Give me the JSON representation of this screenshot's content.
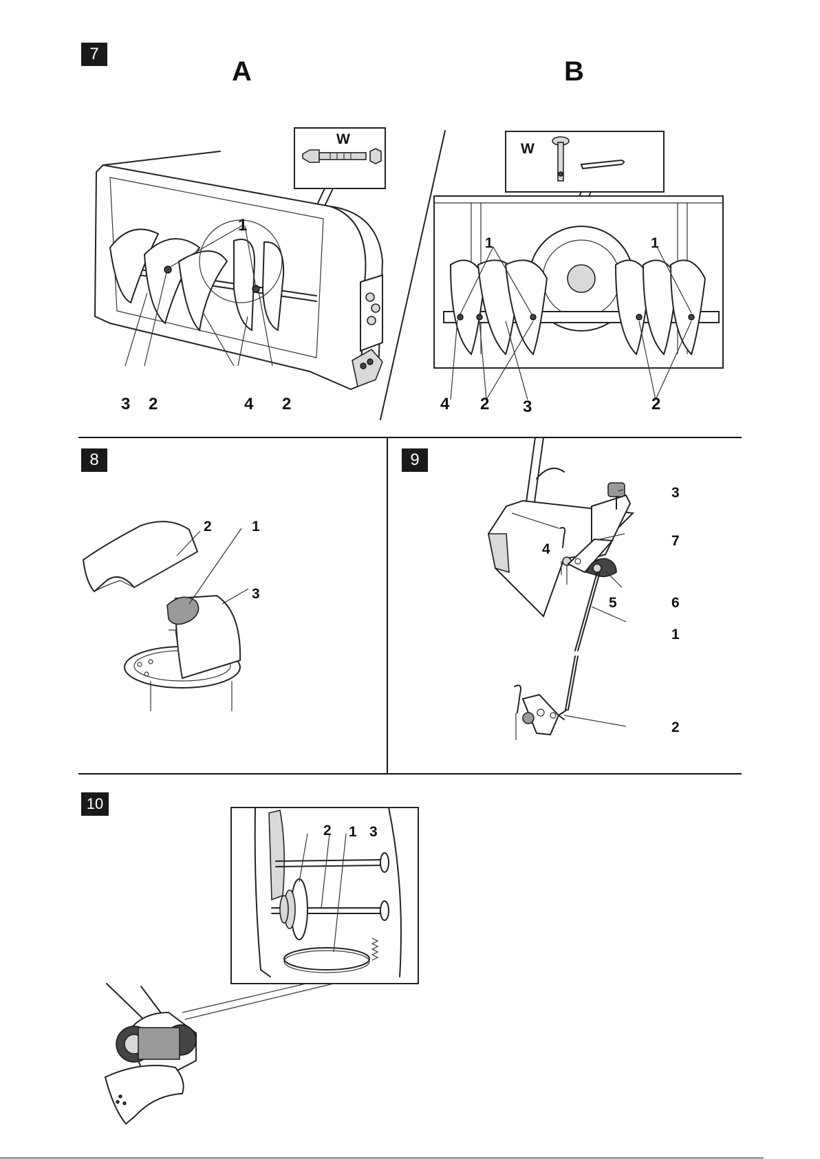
{
  "figures": {
    "fig7": {
      "number": "7",
      "panel_a": {
        "letter": "A",
        "inset_label": "W",
        "callouts": [
          "1",
          "3",
          "2",
          "4",
          "2"
        ]
      },
      "panel_b": {
        "letter": "B",
        "inset_label": "W",
        "callouts": [
          "1",
          "1",
          "4",
          "2",
          "3",
          "2"
        ]
      }
    },
    "fig8": {
      "number": "8",
      "callouts": [
        "2",
        "1",
        "3"
      ]
    },
    "fig9": {
      "number": "9",
      "callouts": [
        "3",
        "4",
        "7",
        "5",
        "6",
        "1",
        "2"
      ]
    },
    "fig10": {
      "number": "10",
      "callouts": [
        "2",
        "1",
        "3"
      ]
    }
  }
}
